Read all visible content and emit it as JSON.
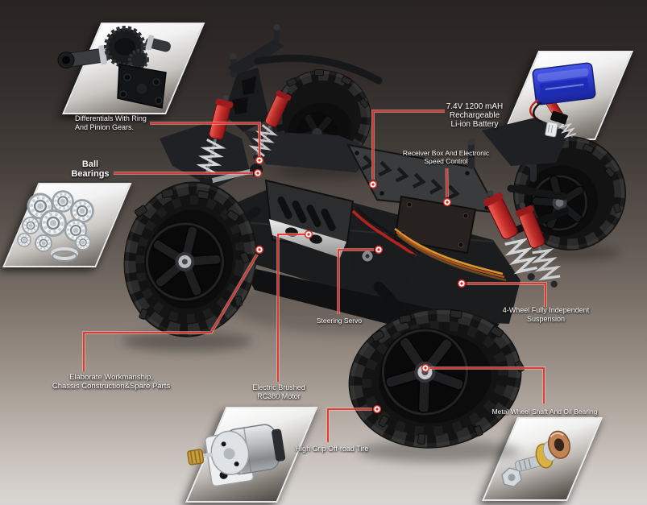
{
  "colors": {
    "accent_red": "#dd2f26",
    "callout_glow": "#ffc9c2",
    "label_text": "#ffffff",
    "background_top": "#282423",
    "background_middle": "#776d65",
    "background_bottom": "#d9d6d3",
    "battery_blue": "#2b3bd0",
    "shock_red": "#c9302b"
  },
  "callouts": [
    {
      "id": "differentials",
      "lines": [
        "Differentials With Ring",
        "And Pinion Gears."
      ]
    },
    {
      "id": "ball-bearings",
      "lines": [
        "Ball",
        "Bearings"
      ]
    },
    {
      "id": "battery",
      "lines": [
        "7.4V 1200 mAH",
        "Rechargeable",
        "Li-ion Battery"
      ]
    },
    {
      "id": "receiver",
      "lines": [
        "Receiver Box And Electronic",
        "Speed Control"
      ]
    },
    {
      "id": "steering-servo",
      "lines": [
        "Steering Servo"
      ]
    },
    {
      "id": "suspension",
      "lines": [
        "4-Wheel Fully Independent",
        "Suspension"
      ]
    },
    {
      "id": "workmanship",
      "lines": [
        "Elaborate Workmanship,",
        "Chassis Construction&Spare Parts"
      ]
    },
    {
      "id": "motor",
      "lines": [
        "Electric Brushed",
        "RC380 Motor"
      ]
    },
    {
      "id": "tire",
      "lines": [
        "High Grip Off-road Tire"
      ]
    },
    {
      "id": "wheel-shaft",
      "lines": [
        "Metal Wheel Shaft And Oil Bearing"
      ]
    }
  ],
  "insets": [
    {
      "id": "differential-gears-photo",
      "depicts": "differential with ring and pinion gears"
    },
    {
      "id": "ball-bearings-photo",
      "depicts": "set of steel ball bearings"
    },
    {
      "id": "battery-photo",
      "depicts": "blue 7.4V li-ion battery pack with connector"
    },
    {
      "id": "motor-photo",
      "depicts": "brushed RC380 electric motor with pinion"
    },
    {
      "id": "wheel-shaft-photo",
      "depicts": "metal wheel shaft with oil bearing"
    }
  ]
}
